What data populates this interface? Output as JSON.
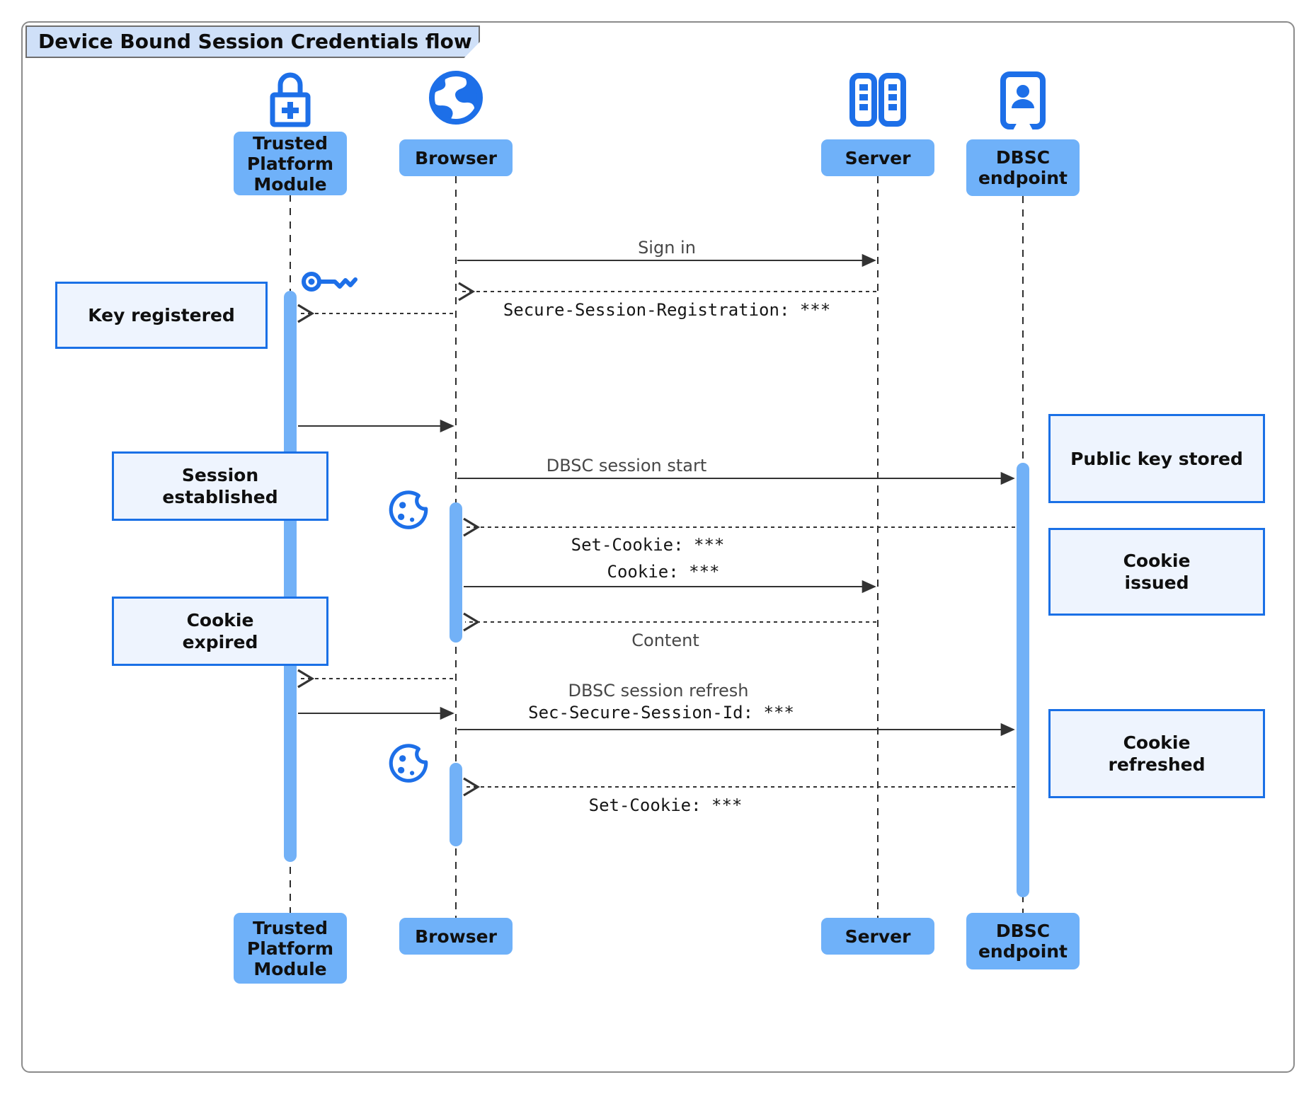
{
  "title": "Device Bound Session Credentials flow",
  "participants": [
    {
      "id": "tpm",
      "label": "Trusted Platform Module",
      "icon": "lock-plus-icon"
    },
    {
      "id": "browser",
      "label": "Browser",
      "icon": "globe-icon"
    },
    {
      "id": "server",
      "label": "Server",
      "icon": "server-icon"
    },
    {
      "id": "dbsc",
      "label": "DBSC endpoint",
      "icon": "contact-badge-icon"
    }
  ],
  "messages": {
    "sign_in": "Sign in",
    "registration": "Secure-Session-Registration: ***",
    "dbsc_start": "DBSC session start",
    "set_cookie_1": "Set-Cookie: ***",
    "cookie": "Cookie: ***",
    "content": "Content",
    "refresh_line1": "DBSC session refresh",
    "refresh_line2": "Sec-Secure-Session-Id: ***",
    "set_cookie_2": "Set-Cookie: ***"
  },
  "notes": {
    "key_registered": "Key registered",
    "session_established": "Session established",
    "cookie_expired": "Cookie expired",
    "public_key_stored": "Public key stored",
    "cookie_issued": "Cookie issued",
    "cookie_refreshed": "Cookie refreshed"
  },
  "decorative_icons": [
    "key-icon",
    "cookie-icon",
    "cookie-icon"
  ],
  "colors": {
    "accent_blue": "#1d6fe8",
    "actor_fill": "#6fb1f9",
    "activation_fill": "#72b1f7",
    "note_fill": "#eef4fe",
    "note_border": "#1a70e6",
    "title_fill": "#cfe0f8",
    "frame_border": "#8b8b8b",
    "line_color": "#333333"
  }
}
